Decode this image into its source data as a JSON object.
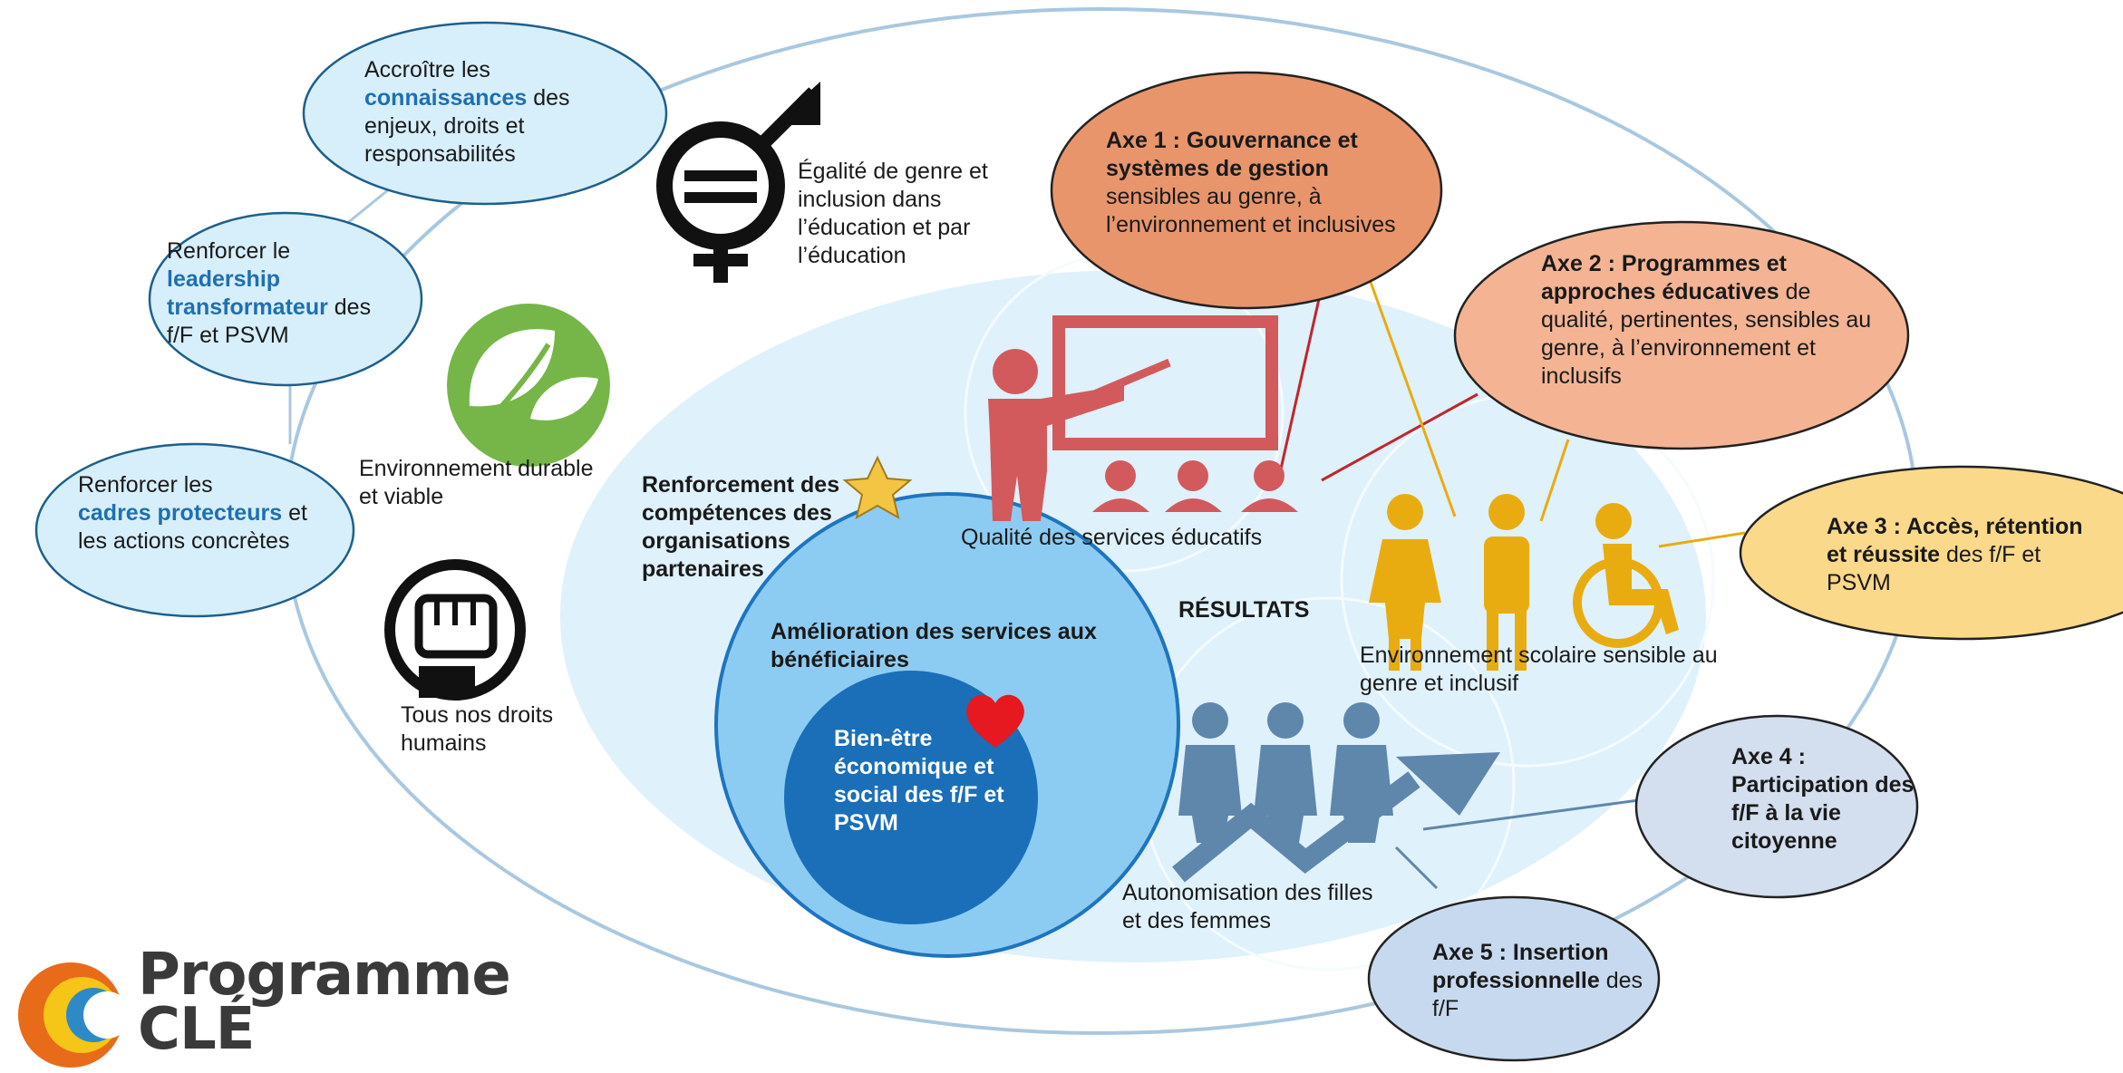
{
  "objectives": {
    "connaissances": {
      "pre": "Accroître les",
      "highlight": "connaissances",
      "post": "des enjeux, droits et responsabilités"
    },
    "leadership": {
      "pre": "Renforcer le",
      "highlight": "leadership transformateur",
      "post": "des f/F et PSVM"
    },
    "cadres": {
      "pre": "Renforcer les",
      "highlight": "cadres protecteurs",
      "post": "et les actions concrètes"
    }
  },
  "themes": {
    "egalite": "Égalité de genre et inclusion dans l’éducation et par l’éducation",
    "environnement": "Environnement durable et viable",
    "droits": "Tous nos droits humains"
  },
  "core": {
    "renforcement": "Renforcement des compétences des organisations partenaires",
    "amelioration": "Amélioration des services aux bénéficiaires",
    "bien_etre": "Bien-être économique et social des f/F et PSVM",
    "resultats": "RÉSULTATS",
    "qualite": "Qualité des services éducatifs",
    "environnement_scolaire": "Environnement scolaire sensible au genre et inclusif",
    "autonomisation": "Autonomisation des filles et des femmes"
  },
  "axes": {
    "axe1": {
      "title": "Axe 1 : Gouvernance et systèmes de gestion",
      "body": "sensibles au genre, à l’environnement et inclusives"
    },
    "axe2": {
      "title": "Axe 2 : Programmes et approches éducatives",
      "body": "de qualité, pertinentes, sensibles au genre, à l’environnement et inclusifs"
    },
    "axe3": {
      "title": "Axe 3 : Accès, rétention et réussite",
      "body": "des f/F et PSVM"
    },
    "axe4": {
      "title": "Axe 4 : Participation des f/F à la vie citoyenne",
      "body": ""
    },
    "axe5": {
      "title": "Axe 5 : Insertion professionnelle",
      "body": "des f/F"
    }
  },
  "logo": {
    "line1": "Programme",
    "line2": "CLÉ"
  },
  "colors": {
    "light_blue": "#d7effb",
    "mid_blue": "#8dccf2",
    "dark_blue": "#1a6fb8",
    "axe1": "#e8956c",
    "axe2": "#f4b494",
    "axe3": "#fbd98a",
    "axe4": "#d3deef",
    "axe5": "#c7d9ef",
    "teacher": "#d35a5c",
    "people_gold": "#e9ac10",
    "people_steel": "#5f86ab",
    "leaf": "#76b648",
    "heart": "#e5191f",
    "star": "#f4c542"
  },
  "icons": [
    "gender-equality-icon",
    "leaf-icon",
    "fist-icon",
    "teacher-icon",
    "people-diversity-icon",
    "growth-people-icon",
    "heart-icon",
    "star-icon",
    "logo-c-icon"
  ]
}
